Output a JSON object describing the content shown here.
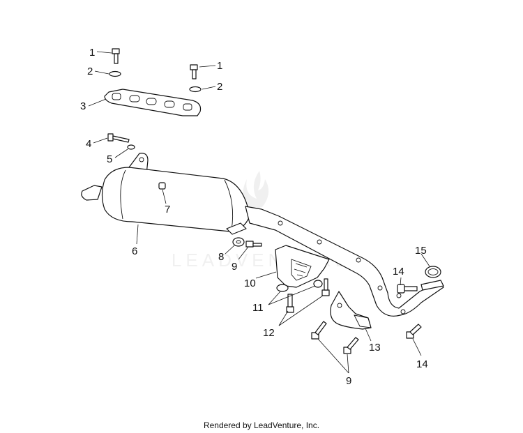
{
  "footer": {
    "text": "Rendered by LeadVenture, Inc."
  },
  "watermark": {
    "text": "LEADVENTURE",
    "color": "#e6e6e6"
  },
  "callouts": {
    "c1a": "1",
    "c1b": "1",
    "c2a": "2",
    "c2b": "2",
    "c3": "3",
    "c4": "4",
    "c5": "5",
    "c6": "6",
    "c7": "7",
    "c8": "8",
    "c9a": "9",
    "c9b": "9",
    "c10": "10",
    "c11": "11",
    "c12": "12",
    "c13": "13",
    "c14a": "14",
    "c14b": "14",
    "c15": "15"
  }
}
